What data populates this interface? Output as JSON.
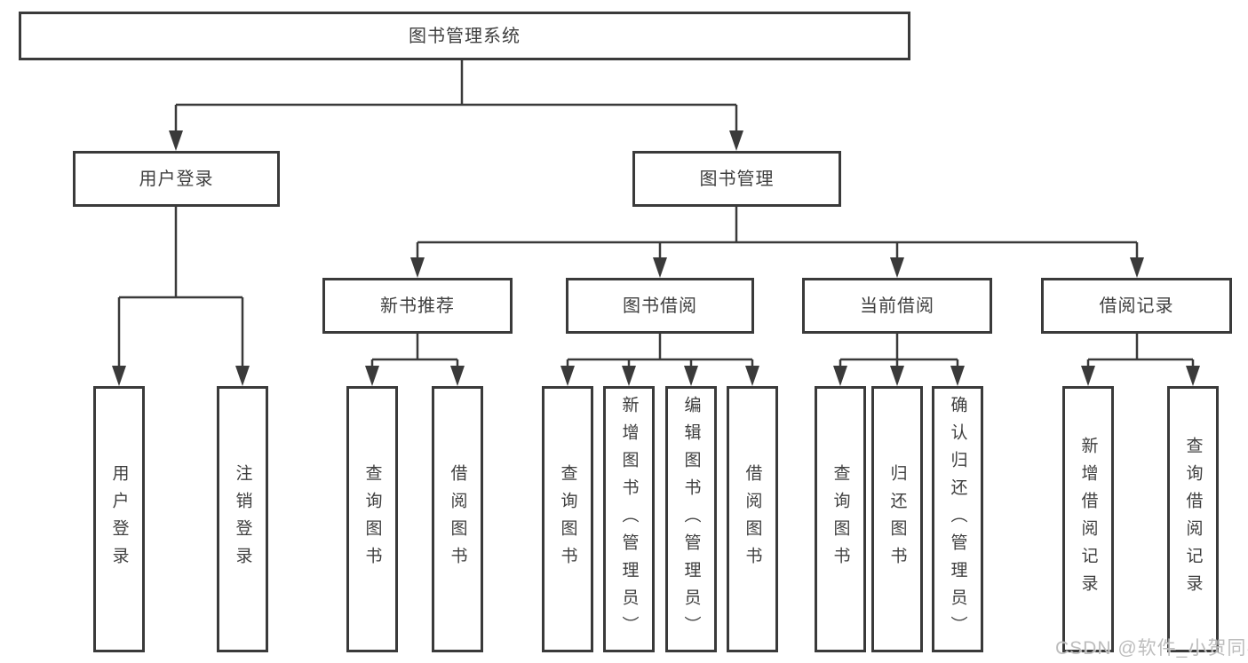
{
  "watermark": {
    "text": "CSDN @软件_小贺同学"
  },
  "colors": {
    "line": "#3a3a3a",
    "border": "#3a3a3a",
    "text": "#3f3f3f",
    "background": "#ffffff",
    "watermark": "#b9b9b9"
  },
  "diagram": {
    "type": "tree",
    "root": {
      "label": "图书管理系统",
      "children": [
        {
          "label": "用户登录",
          "children": [
            {
              "label": "用户登录"
            },
            {
              "label": "注销登录"
            }
          ]
        },
        {
          "label": "图书管理",
          "children": [
            {
              "label": "新书推荐",
              "children": [
                {
                  "label": "查询图书"
                },
                {
                  "label": "借阅图书"
                }
              ]
            },
            {
              "label": "图书借阅",
              "children": [
                {
                  "label": "查询图书"
                },
                {
                  "label": "新增图书（管理员）"
                },
                {
                  "label": "编辑图书（管理员）"
                },
                {
                  "label": "借阅图书"
                }
              ]
            },
            {
              "label": "当前借阅",
              "children": [
                {
                  "label": "查询图书"
                },
                {
                  "label": "归还图书"
                },
                {
                  "label": "确认归还（管理员）"
                }
              ]
            },
            {
              "label": "借阅记录",
              "children": [
                {
                  "label": "新增借阅记录"
                },
                {
                  "label": "查询借阅记录"
                }
              ]
            }
          ]
        }
      ]
    }
  }
}
